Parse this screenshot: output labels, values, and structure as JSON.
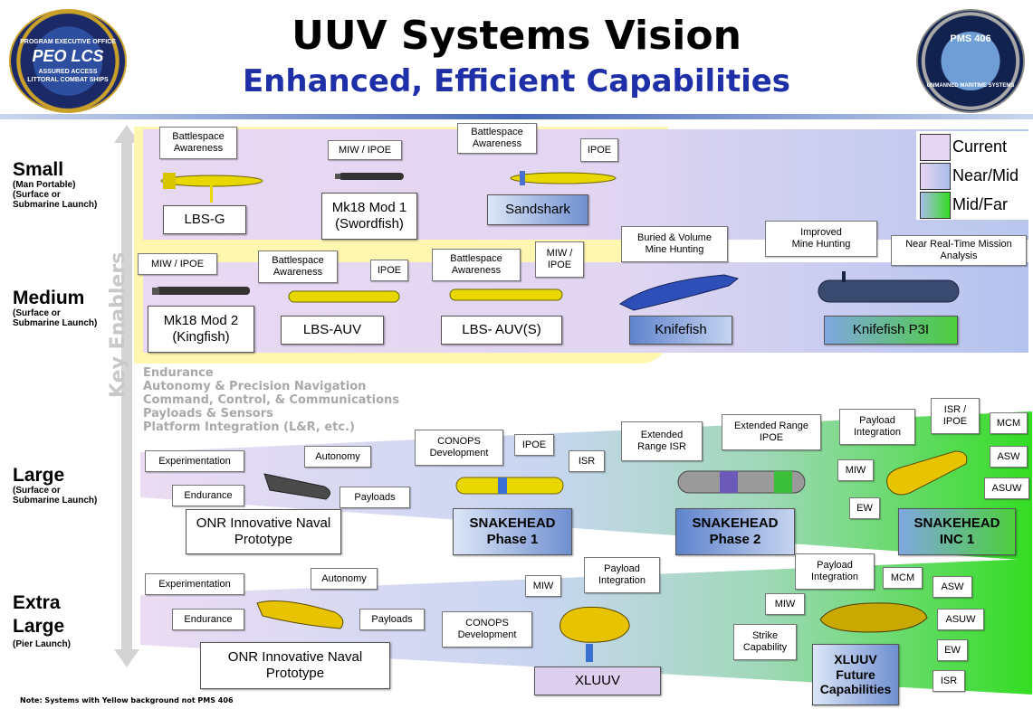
{
  "title": "UUV Systems Vision",
  "subtitle": "Enhanced, Efficient Capabilities",
  "logos": {
    "left": {
      "lines": [
        "PROGRAM EXECUTIVE OFFICE",
        "PEO LCS",
        "ASSURED ACCESS",
        "LITTORAL COMBAT SHIPS"
      ]
    },
    "right": {
      "lines": [
        "PMS 406",
        "UNMANNED MARITIME SYSTEMS"
      ]
    }
  },
  "legend": {
    "current": "Current",
    "near_mid": "Near/Mid",
    "mid_far": "Mid/Far"
  },
  "rows": {
    "small": {
      "name": "Small",
      "sub": "(Man Portable)\n(Surface or\nSubmarine Launch)"
    },
    "medium": {
      "name": "Medium",
      "sub": "(Surface or\nSubmarine Launch)"
    },
    "large": {
      "name": "Large",
      "sub": "(Surface or\nSubmarine Launch)"
    },
    "xl": {
      "name": "Extra\nLarge",
      "sub": "(Pier Launch)"
    }
  },
  "key_enablers": {
    "label": "Key Enablers",
    "items": [
      "Endurance",
      "Autonomy & Precision Navigation",
      "Command, Control, & Communications",
      "Payloads & Sensors",
      "Platform Integration (L&R, etc.)"
    ]
  },
  "small": {
    "lbsg": {
      "name": "LBS-G",
      "cap": "Battlespace\nAwareness"
    },
    "mk18m1": {
      "name": "Mk18 Mod 1\n(Swordfish)",
      "cap": "MIW / IPOE"
    },
    "sandshark": {
      "name": "Sandshark",
      "cap1": "Battlespace\nAwareness",
      "cap2": "IPOE"
    }
  },
  "medium": {
    "mk18m2": {
      "name": "Mk18 Mod 2\n(Kingfish)",
      "cap": "MIW / IPOE"
    },
    "lbsauv": {
      "name": "LBS-AUV",
      "cap1": "Battlespace\nAwareness",
      "cap2": "IPOE"
    },
    "lbsauvs": {
      "name": "LBS- AUV(S)",
      "cap1": "Battlespace\nAwareness",
      "cap2": "MIW /\nIPOE"
    },
    "knifefish": {
      "name": "Knifefish",
      "cap": "Buried & Volume\nMine Hunting"
    },
    "knifefishp3i": {
      "name": "Knifefish P3I",
      "cap1": "Improved\nMine Hunting",
      "cap2": "Near Real-Time Mission\nAnalysis"
    }
  },
  "large": {
    "inp": {
      "name": "ONR Innovative Naval\nPrototype"
    },
    "caps": {
      "experimentation": "Experimentation",
      "autonomy": "Autonomy",
      "endurance": "Endurance",
      "payloads": "Payloads",
      "conops": "CONOPS\nDevelopment",
      "ipoe": "IPOE",
      "isr": "ISR",
      "ext_isr": "Extended\nRange ISR",
      "ext_ipoe": "Extended Range\nIPOE",
      "payload_int": "Payload\nIntegration",
      "isr_ipoe": "ISR /\nIPOE",
      "mcm": "MCM",
      "asw": "ASW",
      "asuw": "ASUW",
      "miw": "MIW",
      "ew": "EW"
    },
    "sh1": {
      "name": "SNAKEHEAD\nPhase 1"
    },
    "sh2": {
      "name": "SNAKEHEAD\nPhase 2"
    },
    "shinc": {
      "name": "SNAKEHEAD\nINC 1"
    }
  },
  "xl": {
    "inp": {
      "name": "ONR Innovative Naval\nPrototype"
    },
    "caps": {
      "experimentation": "Experimentation",
      "autonomy": "Autonomy",
      "endurance": "Endurance",
      "payloads": "Payloads",
      "conops": "CONOPS\nDevelopment",
      "miw": "MIW",
      "payload_int": "Payload\nIntegration",
      "payload_int2": "Payload\nIntegration",
      "mcm": "MCM",
      "asw": "ASW",
      "miw2": "MIW",
      "asuw": "ASUW",
      "strike": "Strike\nCapability",
      "ew": "EW",
      "isr": "ISR"
    },
    "xluuv": {
      "name": "XLUUV"
    },
    "future": {
      "name": "XLUUV\nFuture\nCapabilities"
    }
  },
  "note": "Note: Systems with Yellow background not PMS 406",
  "colors": {
    "current": "#e6d6f2",
    "near_mid": "#c6d2f0",
    "mid_far": "#33dd22",
    "yellow": "#fff7b0",
    "title_blue": "#1f2fa8"
  }
}
